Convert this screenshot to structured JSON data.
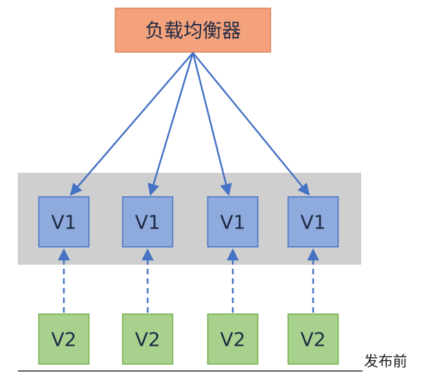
{
  "load_balancer": {
    "label": "负载均衡器",
    "fill": "#f4a27c",
    "stroke": "#d9825a"
  },
  "server_group": {
    "fill": "#cfcfcf"
  },
  "v1_nodes": {
    "labels": [
      "V1",
      "V1",
      "V1",
      "V1"
    ],
    "fill": "#8faadc",
    "stroke": "#4472c4"
  },
  "v2_nodes": {
    "labels": [
      "V2",
      "V2",
      "V2",
      "V2"
    ],
    "fill": "#a9d18e",
    "stroke": "#70ad47"
  },
  "arrow_color": "#4472c4",
  "baseline": {
    "label": "发布前"
  }
}
